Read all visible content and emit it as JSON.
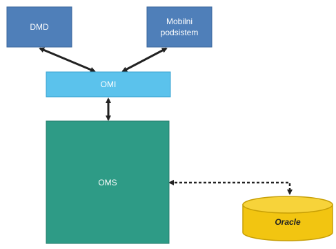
{
  "diagram": {
    "nodes": {
      "dmd": {
        "label": "DMD",
        "color": "#4f7fb9"
      },
      "mobile": {
        "line1": "Mobilni",
        "line2": "podsistem",
        "color": "#4f7fb9"
      },
      "omi": {
        "label": "OMI",
        "color": "#5bc2ec"
      },
      "oms": {
        "label": "OMS",
        "color": "#2e9b86"
      },
      "oracle": {
        "label": "Oracle",
        "color": "#f2c511"
      }
    },
    "connectors": [
      {
        "from": "dmd",
        "to": "omi",
        "style": "solid",
        "arrows": "both"
      },
      {
        "from": "mobile",
        "to": "omi",
        "style": "solid",
        "arrows": "both"
      },
      {
        "from": "omi",
        "to": "oms",
        "style": "solid",
        "arrows": "both"
      },
      {
        "from": "oms",
        "to": "oracle",
        "style": "dashed",
        "arrows": "both"
      }
    ]
  }
}
